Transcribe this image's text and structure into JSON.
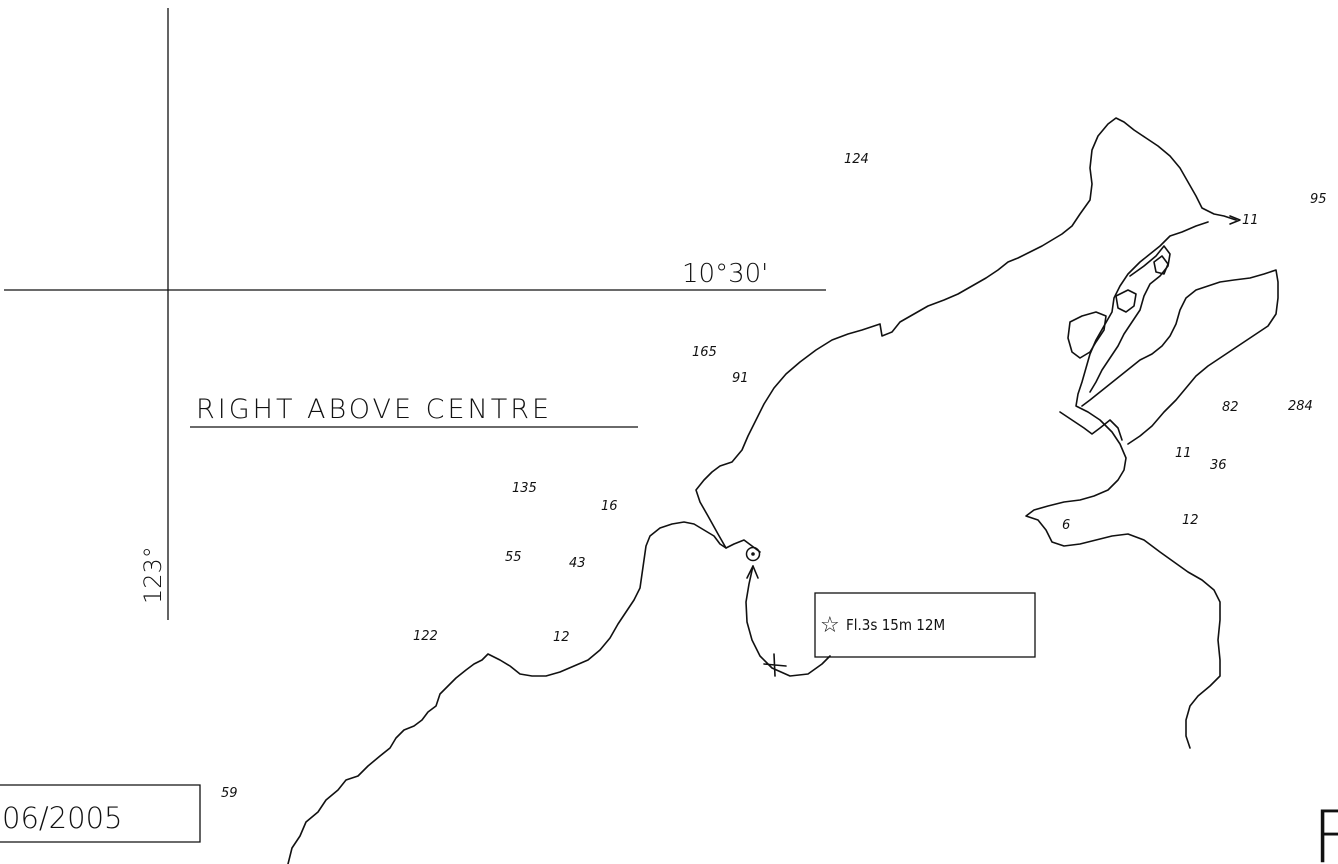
{
  "chart": {
    "latitude_label": "10°30'",
    "longitude_label": "123°",
    "position_note": "RIGHT ABOVE CENTRE",
    "date_box": "06/2005",
    "light": {
      "characteristics": "Fl.3s 15m 12M"
    },
    "edge_letter": "F"
  },
  "soundings": [
    {
      "id": "s124",
      "value": "124"
    },
    {
      "id": "s95",
      "value": "95"
    },
    {
      "id": "s11a",
      "value": "11"
    },
    {
      "id": "s165",
      "value": "165"
    },
    {
      "id": "s91",
      "value": "91"
    },
    {
      "id": "s82",
      "value": "82"
    },
    {
      "id": "s284",
      "value": "284"
    },
    {
      "id": "s11b",
      "value": "11"
    },
    {
      "id": "s36",
      "value": "36"
    },
    {
      "id": "s135",
      "value": "135"
    },
    {
      "id": "s16",
      "value": "16"
    },
    {
      "id": "s12a",
      "value": "12"
    },
    {
      "id": "s6",
      "value": "6"
    },
    {
      "id": "s55",
      "value": "55"
    },
    {
      "id": "s43",
      "value": "43"
    },
    {
      "id": "s122",
      "value": "122"
    },
    {
      "id": "s12b",
      "value": "12"
    },
    {
      "id": "s59",
      "value": "59"
    }
  ]
}
